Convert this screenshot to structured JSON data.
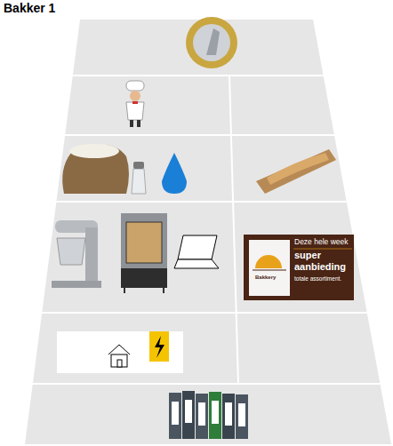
{
  "diagram": {
    "title": "Bakker 1",
    "labels": [
      "Deze hele week",
      "super",
      "aanbieding",
      "totale assortiment.",
      "Bakkery"
    ]
  }
}
